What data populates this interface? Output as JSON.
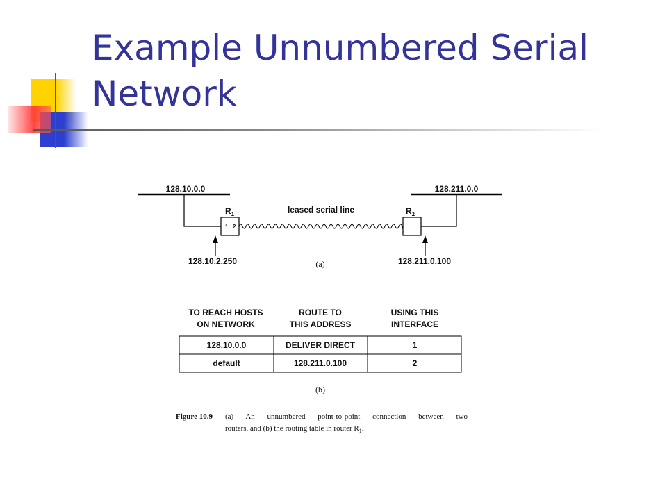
{
  "title": "Example Unnumbered Serial Network",
  "diagram": {
    "network_left": "128.10.0.0",
    "network_right": "128.211.0.0",
    "router1": {
      "name": "R",
      "sub": "1",
      "port_a": "1",
      "port_b": "2"
    },
    "router2": {
      "name": "R",
      "sub": "2"
    },
    "link_label": "leased serial line",
    "addr_left": "128.10.2.250",
    "addr_right": "128.211.0.100",
    "part_a": "(a)"
  },
  "routing_table": {
    "headers": [
      {
        "line1": "TO REACH HOSTS",
        "line2": "ON NETWORK"
      },
      {
        "line1": "ROUTE TO",
        "line2": "THIS ADDRESS"
      },
      {
        "line1": "USING THIS",
        "line2": "INTERFACE"
      }
    ],
    "rows": [
      [
        "128.10.0.0",
        "DELIVER DIRECT",
        "1"
      ],
      [
        "default",
        "128.211.0.100",
        "2"
      ]
    ],
    "part_b": "(b)"
  },
  "caption": {
    "figure": "Figure 10.9",
    "line1": "(a) An unnumbered point-to-point connection between two",
    "line2": "routers, and (b) the routing table in router R",
    "line2_sub": "1",
    "line2_end": "."
  }
}
